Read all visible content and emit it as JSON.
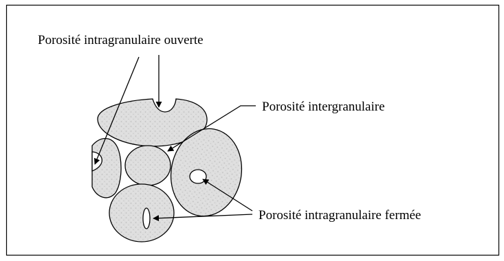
{
  "labels": {
    "open_intragranular": "Porosité intragranulaire ouverte",
    "intergranular": "Porosité intergranulaire",
    "closed_intragranular": "Porosité intragranulaire fermée"
  },
  "colors": {
    "grain_fill": "#dedede",
    "grain_speckle": "#b9b9b9",
    "stroke": "#000000",
    "background": "#ffffff"
  }
}
